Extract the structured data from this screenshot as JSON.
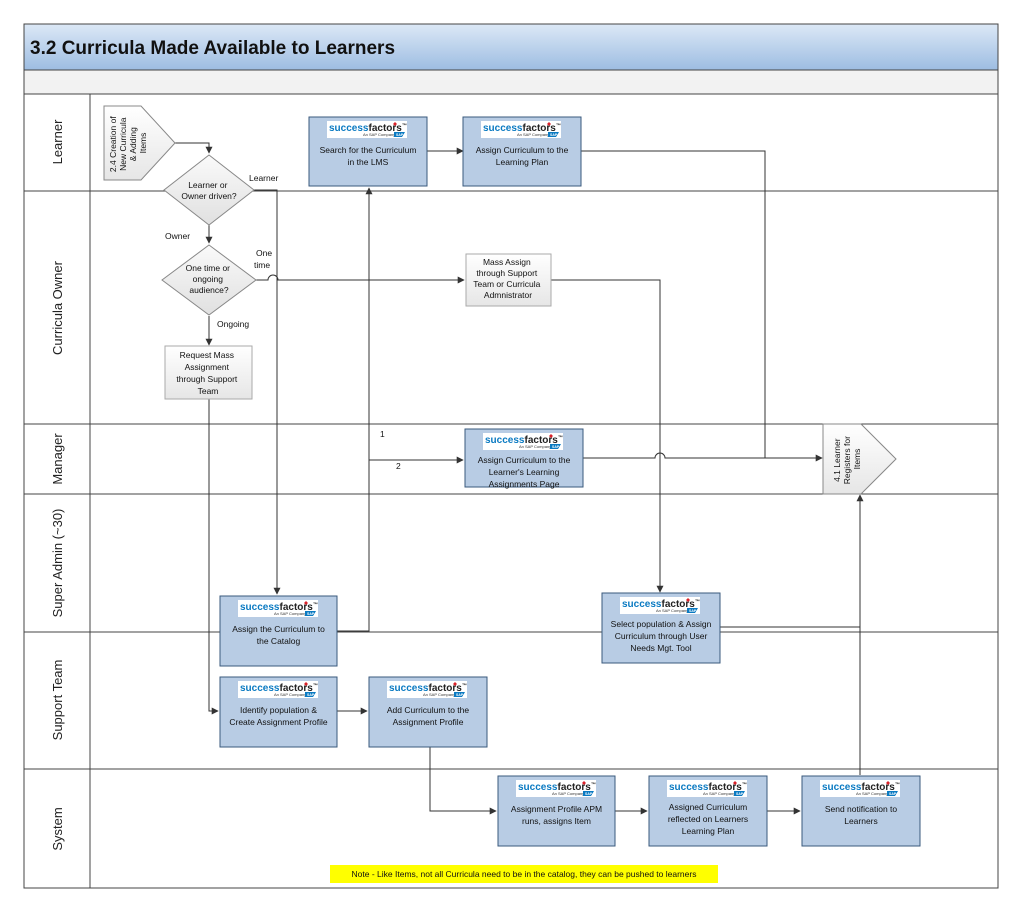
{
  "title": "3.2 Curricula Made Available to Learners",
  "lanes": [
    "Learner",
    "Curricula Owner",
    "Manager",
    "Super Admin (~30)",
    "Support Team",
    "System"
  ],
  "logo": {
    "success": "success",
    "factors": "factors",
    "tm": "™",
    "sap_line": "An SAP Company",
    "sap_badge": "SAP"
  },
  "colors": {
    "box_fill": "#b8cce4",
    "box_stroke": "#3a5a7c",
    "logo_blue": "#0a7ac2",
    "heart": "#d9222a",
    "note_fill": "#ffff00",
    "header_fill": "#a9c4e4"
  },
  "nodes": {
    "start": {
      "lines": [
        "2.4 Creation of",
        "New Curricula",
        "& Adding",
        "Items"
      ]
    },
    "decision1": {
      "lines": [
        "Learner or",
        "Owner driven?"
      ]
    },
    "decision2": {
      "lines": [
        "One time or",
        "ongoing",
        "audience?"
      ]
    },
    "request_mass": {
      "lines": [
        "Request Mass",
        "Assignment",
        "through Support",
        "Team"
      ]
    },
    "mass_assign": {
      "lines": [
        "Mass Assign",
        "through Support",
        "Team or Curricula",
        "Admnistrator"
      ]
    },
    "search": {
      "lines": [
        "Search for the Curriculum",
        "in the LMS"
      ]
    },
    "assign_plan": {
      "lines": [
        "Assign Curriculum to the",
        "Learning Plan"
      ]
    },
    "assign_mgr": {
      "lines": [
        "Assign Curriculum to the",
        "Learner's Learning",
        "Assignments Page"
      ]
    },
    "assign_catalog": {
      "lines": [
        "Assign the Curriculum to",
        "the Catalog"
      ]
    },
    "select_pop": {
      "lines": [
        "Select population & Assign",
        "Curriculum  through User",
        "Needs Mgt. Tool"
      ]
    },
    "identify_pop": {
      "lines": [
        "Identify population &",
        "Create Assignment Profile"
      ]
    },
    "add_curr": {
      "lines": [
        "Add Curriculum to the",
        "Assignment Profile"
      ]
    },
    "apm_runs": {
      "lines": [
        "Assignment Profile APM",
        "runs, assigns Item"
      ]
    },
    "reflected": {
      "lines": [
        "Assigned Curriculum",
        "reflected on Learners",
        "Learning Plan"
      ]
    },
    "notify": {
      "lines": [
        "Send notification to",
        "Learners"
      ]
    },
    "end": {
      "lines": [
        "4.1 Learner",
        "Registers for",
        "Items"
      ]
    }
  },
  "edge_labels": {
    "learner": "Learner",
    "owner": "Owner",
    "one_time_1": "One",
    "one_time_2": "time",
    "ongoing": "Ongoing",
    "one": "1",
    "two": "2"
  },
  "note": "Note - Like Items, not all Curricula need to be in the catalog, they can be pushed to learners"
}
